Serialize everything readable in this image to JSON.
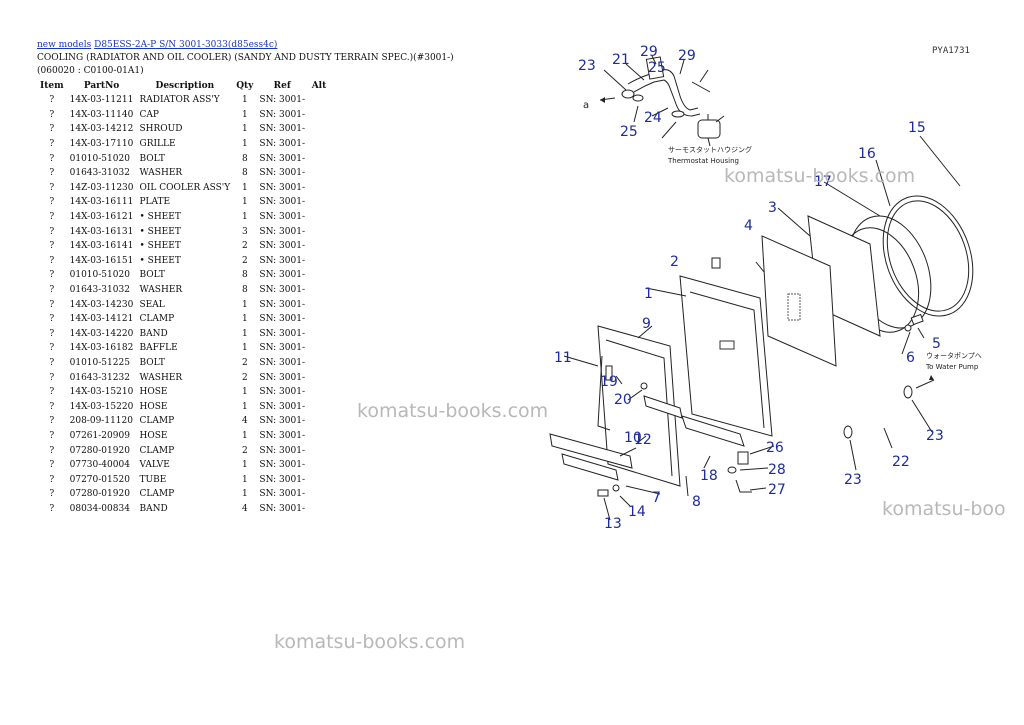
{
  "breadcrumb": {
    "link1": "new models",
    "link2": "D85ESS-2A-P S/N 3001-3033(d85ess4c)"
  },
  "title": "COOLING (RADIATOR AND OIL COOLER) (SANDY AND DUSTY TERRAIN SPEC.)(#3001-)(060020 : C0100-01A1)",
  "table": {
    "headers": [
      "Item",
      "PartNo",
      "Description",
      "Qty",
      "Ref",
      "Alt"
    ],
    "rows": [
      [
        "?",
        "14X-03-11211",
        "RADIATOR ASS'Y",
        "1",
        "SN: 3001-",
        ""
      ],
      [
        "?",
        "14X-03-11140",
        "CAP",
        "1",
        "SN: 3001-",
        ""
      ],
      [
        "?",
        "14X-03-14212",
        "SHROUD",
        "1",
        "SN: 3001-",
        ""
      ],
      [
        "?",
        "14X-03-17110",
        "GRILLE",
        "1",
        "SN: 3001-",
        ""
      ],
      [
        "?",
        "01010-51020",
        "BOLT",
        "8",
        "SN: 3001-",
        ""
      ],
      [
        "?",
        "01643-31032",
        "WASHER",
        "8",
        "SN: 3001-",
        ""
      ],
      [
        "?",
        "14Z-03-11230",
        "OIL COOLER ASS'Y",
        "1",
        "SN: 3001-",
        ""
      ],
      [
        "?",
        "14X-03-16111",
        "PLATE",
        "1",
        "SN: 3001-",
        ""
      ],
      [
        "?",
        "14X-03-16121",
        "• SHEET",
        "1",
        "SN: 3001-",
        ""
      ],
      [
        "?",
        "14X-03-16131",
        "• SHEET",
        "3",
        "SN: 3001-",
        ""
      ],
      [
        "?",
        "14X-03-16141",
        "• SHEET",
        "2",
        "SN: 3001-",
        ""
      ],
      [
        "?",
        "14X-03-16151",
        "• SHEET",
        "2",
        "SN: 3001-",
        ""
      ],
      [
        "?",
        "01010-51020",
        "BOLT",
        "8",
        "SN: 3001-",
        ""
      ],
      [
        "?",
        "01643-31032",
        "WASHER",
        "8",
        "SN: 3001-",
        ""
      ],
      [
        "?",
        "14X-03-14230",
        "SEAL",
        "1",
        "SN: 3001-",
        ""
      ],
      [
        "?",
        "14X-03-14121",
        "CLAMP",
        "1",
        "SN: 3001-",
        ""
      ],
      [
        "?",
        "14X-03-14220",
        "BAND",
        "1",
        "SN: 3001-",
        ""
      ],
      [
        "?",
        "14X-03-16182",
        "BAFFLE",
        "1",
        "SN: 3001-",
        ""
      ],
      [
        "?",
        "01010-51225",
        "BOLT",
        "2",
        "SN: 3001-",
        ""
      ],
      [
        "?",
        "01643-31232",
        "WASHER",
        "2",
        "SN: 3001-",
        ""
      ],
      [
        "?",
        "14X-03-15210",
        "HOSE",
        "1",
        "SN: 3001-",
        ""
      ],
      [
        "?",
        "14X-03-15220",
        "HOSE",
        "1",
        "SN: 3001-",
        ""
      ],
      [
        "?",
        "208-09-11120",
        "CLAMP",
        "4",
        "SN: 3001-",
        ""
      ],
      [
        "?",
        "07261-20909",
        "HOSE",
        "1",
        "SN: 3001-",
        ""
      ],
      [
        "?",
        "07280-01920",
        "CLAMP",
        "2",
        "SN: 3001-",
        ""
      ],
      [
        "?",
        "07730-40004",
        "VALVE",
        "1",
        "SN: 3001-",
        ""
      ],
      [
        "?",
        "07270-01520",
        "TUBE",
        "1",
        "SN: 3001-",
        ""
      ],
      [
        "?",
        "07280-01920",
        "CLAMP",
        "1",
        "SN: 3001-",
        ""
      ],
      [
        "?",
        "08034-00834",
        "BAND",
        "4",
        "SN: 3001-",
        ""
      ]
    ]
  },
  "watermarks": [
    "komatsu-books.com",
    "komatsu-books.com",
    "komatsu-boo",
    "komatsu-books.com"
  ],
  "diagram": {
    "code": "PYA1731",
    "label_a": "a",
    "thermostat_jp": "サーモスタットハウジング",
    "thermostat_en": "Thermostat Housing",
    "waterpump_jp": "ウォータポンプへ",
    "waterpump_en": "To Water Pump",
    "callouts": [
      "1",
      "2",
      "3",
      "4",
      "5",
      "6",
      "7",
      "8",
      "9",
      "10",
      "11",
      "12",
      "13",
      "14",
      "15",
      "16",
      "17",
      "18",
      "19",
      "20",
      "21",
      "22",
      "23",
      "23",
      "23",
      "24",
      "25",
      "25",
      "26",
      "27",
      "28",
      "29",
      "29"
    ],
    "callout_color": "#1d2c9c"
  }
}
